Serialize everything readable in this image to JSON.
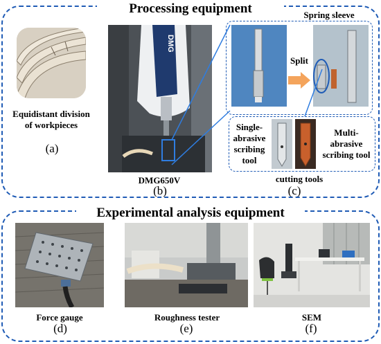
{
  "processing": {
    "title": "Processing equipment",
    "a": {
      "caption_line1": "Equidistant division",
      "caption_line2": "of workpieces",
      "label": "(a)"
    },
    "b": {
      "machine_brand": "DMG",
      "caption": "DMG650V",
      "label": "(b)"
    },
    "c": {
      "spring_sleeve": "Spring sleeve",
      "split": "Split",
      "single_line1": "Single-",
      "single_line2": "abrasive",
      "single_line3": "scribing",
      "single_line4": "tool",
      "multi_line1": "Multi-",
      "multi_line2": "abrasive",
      "multi_line3": "scribing tool",
      "caption": "cutting tools",
      "label": "(c)"
    }
  },
  "analysis": {
    "title": "Experimental analysis equipment",
    "d": {
      "caption": "Force gauge",
      "label": "(d)"
    },
    "e": {
      "caption": "Roughness tester",
      "label": "(e)"
    },
    "f": {
      "caption": "SEM",
      "label": "(f)"
    }
  },
  "colors": {
    "frame_blue": "#1f5bb5",
    "arrow_orange": "#f4a45c",
    "tool_copper": "#c8602c"
  }
}
